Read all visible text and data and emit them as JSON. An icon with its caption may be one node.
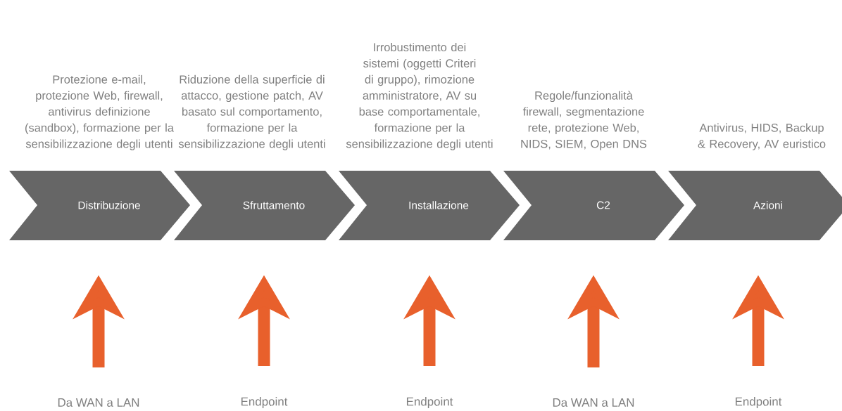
{
  "diagram": {
    "nodes": [
      {
        "text": [
          "Distribuzione"
        ],
        "beside": [
          "Protezione e-mail, protezione Web, firewall, antivirus definizione (sandbox), formazione per la sensibilizzazione degli utenti"
        ]
      },
      {
        "text": [
          "Sfruttamento"
        ],
        "beside": [
          "Riduzione della superficie di attacco, gestione patch, AV basato sul comportamento, formazione per la sensibilizzazione degli utenti"
        ]
      },
      {
        "text": [
          "Installazione"
        ],
        "beside": [
          "Irrobustimento dei sistemi (oggetti Criteri di gruppo), rimozione amministratore, AV su base comportamentale, formazione per la sensibilizzazione degli utenti"
        ]
      },
      {
        "text": [
          "C2"
        ],
        "beside": [
          "Regole/funzionalità firewall, segmentazione rete, protezione Web, NIDS, SIEM, Open DNS"
        ]
      },
      {
        "text": [
          "Azioni"
        ],
        "beside": [
          "Antivirus, HIDS, Backup & Recovery, AV euristico"
        ]
      },
      {
        "text": [
          "Da WAN a LAN"
        ]
      },
      {
        "text": [
          "Endpoint"
        ]
      },
      {
        "text": [
          "Endpoint"
        ]
      },
      {
        "text": [
          "Da WAN a LAN"
        ]
      },
      {
        "text": [
          "Endpoint"
        ]
      }
    ],
    "edges": [
      {
        "from": 5,
        "to": 0,
        "arrow": "to"
      },
      {
        "from": 6,
        "to": 1,
        "arrow": "to"
      },
      {
        "from": 7,
        "to": 2,
        "arrow": "to"
      },
      {
        "from": 8,
        "to": 3,
        "arrow": "to"
      },
      {
        "from": 9,
        "to": 4,
        "arrow": "to"
      }
    ]
  }
}
